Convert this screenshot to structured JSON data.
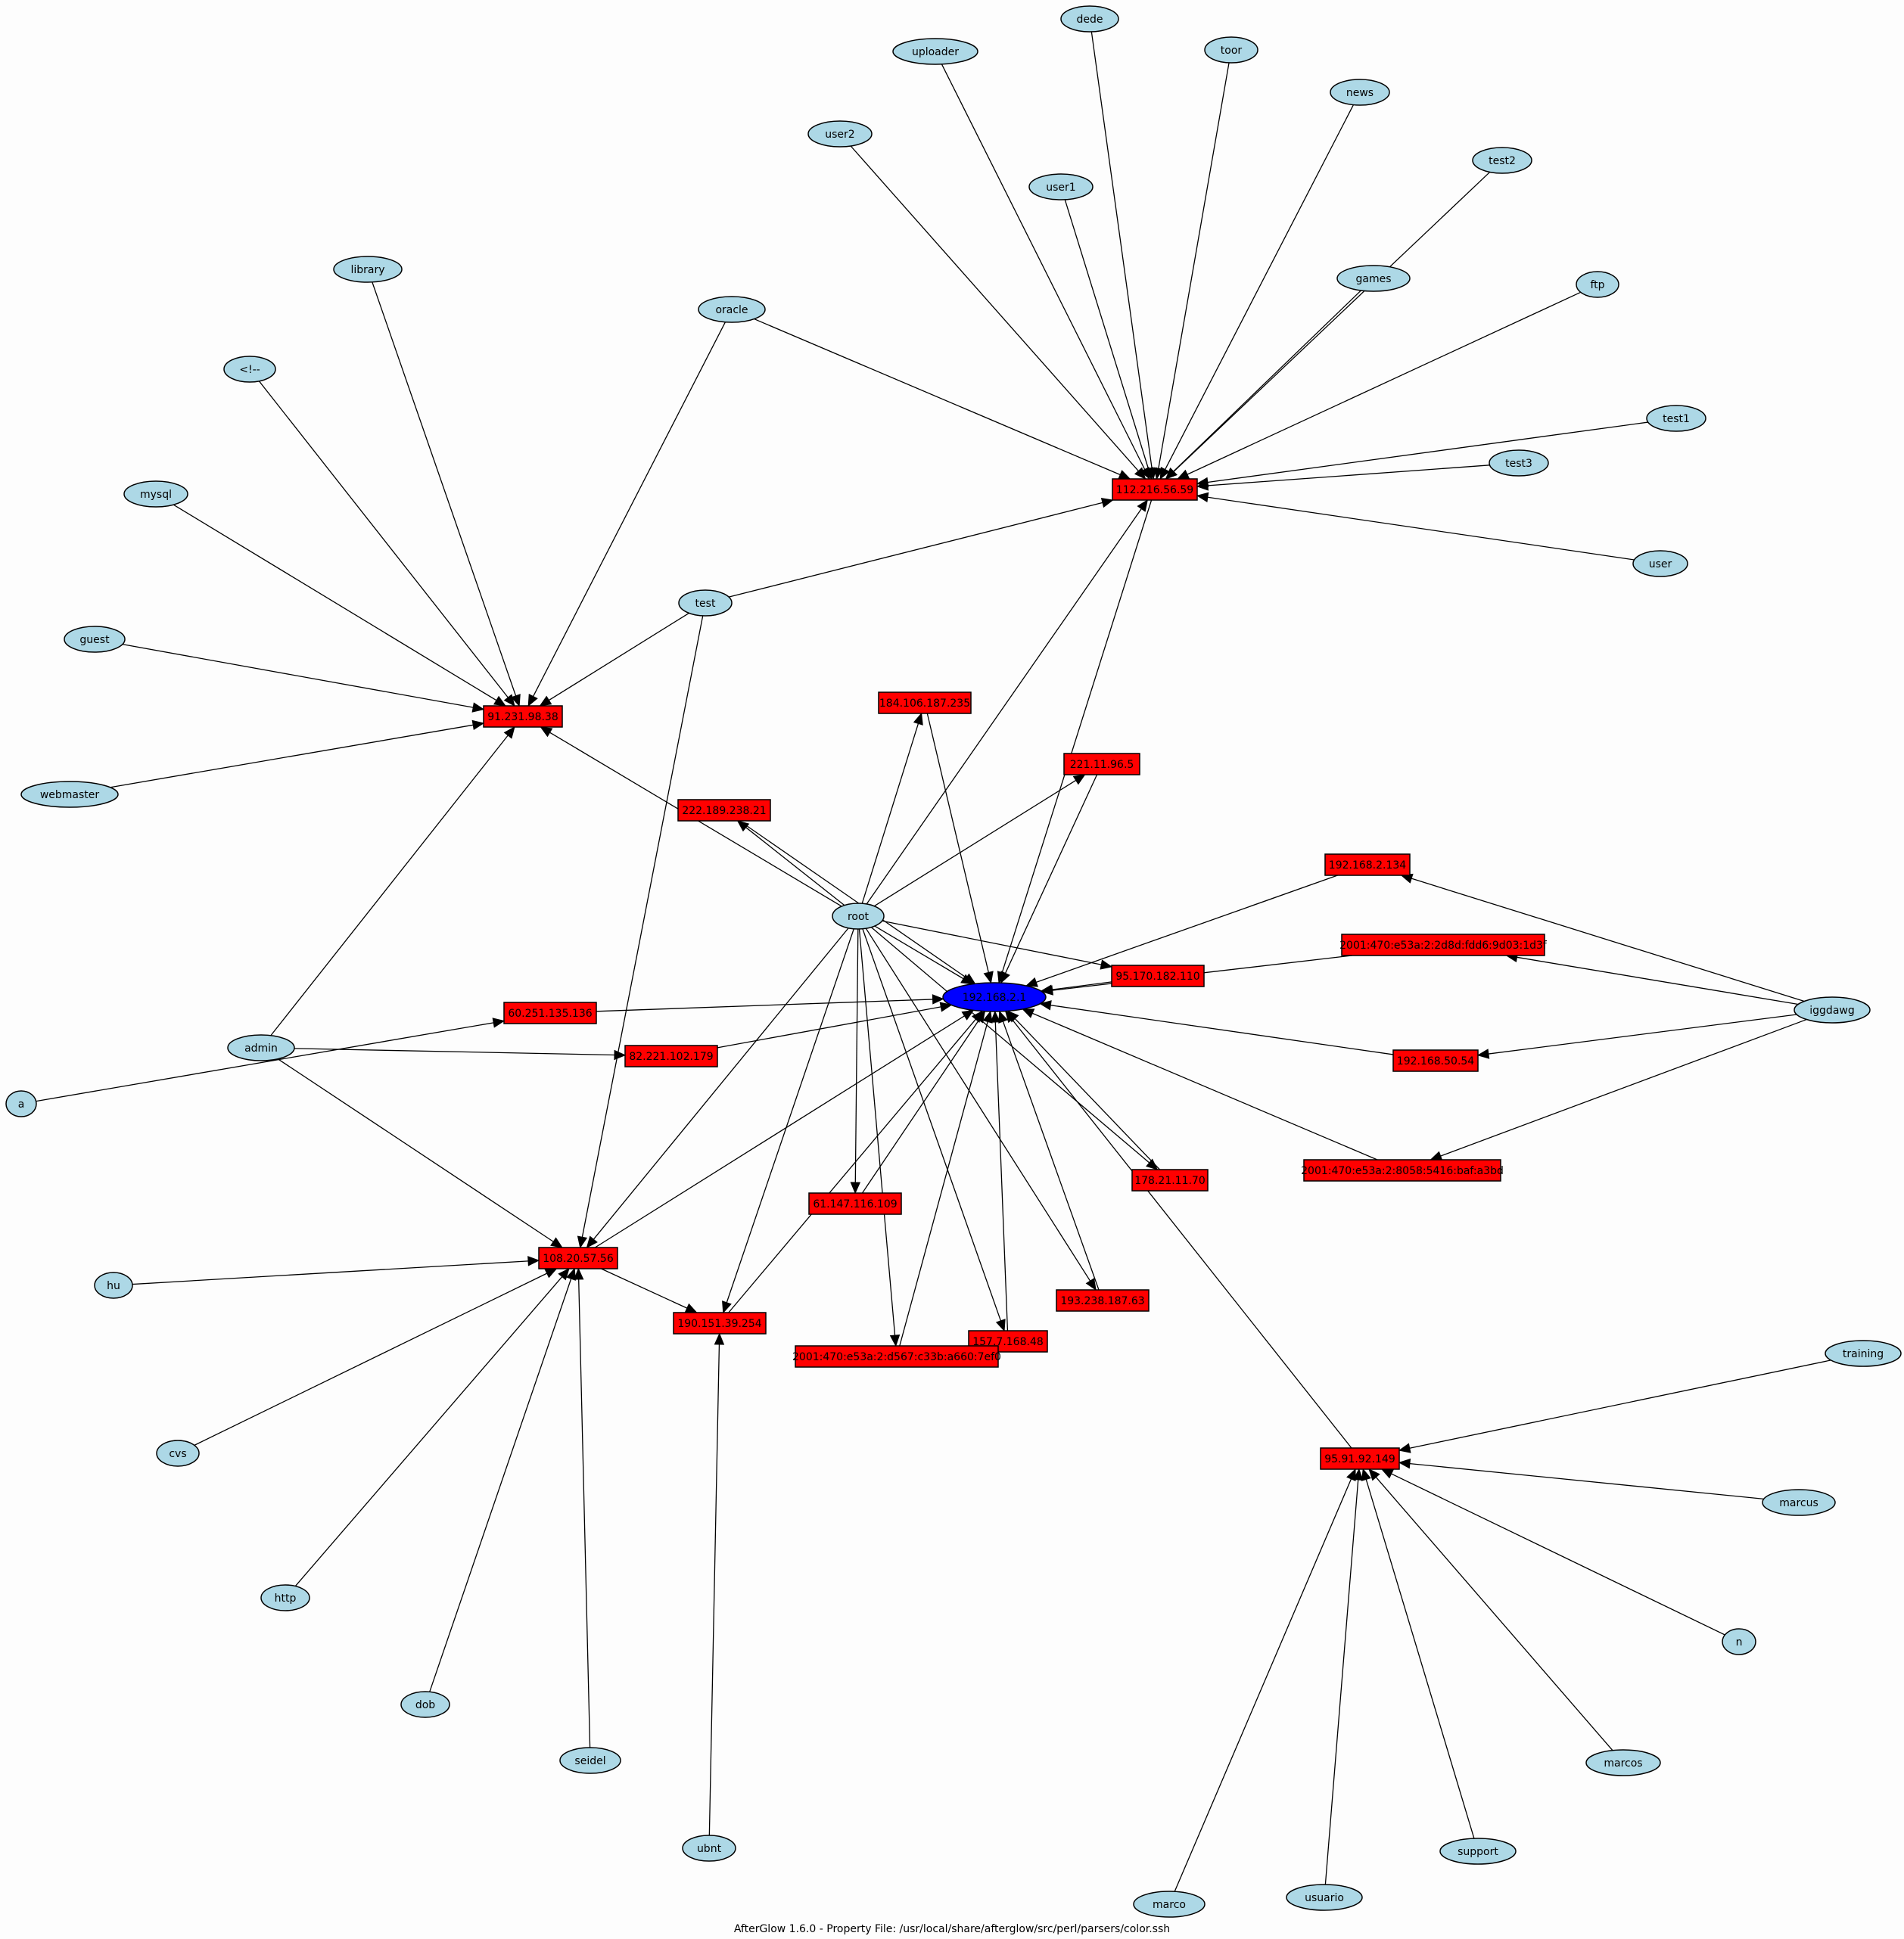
{
  "footer": "AfterGlow 1.6.0 - Property File: /usr/local/share/afterglow/src/perl/parsers/color.ssh",
  "colors": {
    "user_node": "#add8e6",
    "ip_node": "#ff0000",
    "target_node": "#0000ff",
    "edge": "#000000"
  },
  "nodes": [
    {
      "id": "dede",
      "label": "dede",
      "kind": "user"
    },
    {
      "id": "uploader",
      "label": "uploader",
      "kind": "user"
    },
    {
      "id": "toor",
      "label": "toor",
      "kind": "user"
    },
    {
      "id": "news",
      "label": "news",
      "kind": "user"
    },
    {
      "id": "user2",
      "label": "user2",
      "kind": "user"
    },
    {
      "id": "test2",
      "label": "test2",
      "kind": "user"
    },
    {
      "id": "user1",
      "label": "user1",
      "kind": "user"
    },
    {
      "id": "library",
      "label": "library",
      "kind": "user"
    },
    {
      "id": "games",
      "label": "games",
      "kind": "user"
    },
    {
      "id": "oracle",
      "label": "oracle",
      "kind": "user"
    },
    {
      "id": "ftp",
      "label": "ftp",
      "kind": "user"
    },
    {
      "id": "lt",
      "label": "<!--",
      "kind": "user"
    },
    {
      "id": "test1",
      "label": "test1",
      "kind": "user"
    },
    {
      "id": "test3",
      "label": "test3",
      "kind": "user"
    },
    {
      "id": "mysql",
      "label": "mysql",
      "kind": "user"
    },
    {
      "id": "user",
      "label": "user",
      "kind": "user"
    },
    {
      "id": "test",
      "label": "test",
      "kind": "user"
    },
    {
      "id": "guest",
      "label": "guest",
      "kind": "user"
    },
    {
      "id": "webmaster",
      "label": "webmaster",
      "kind": "user"
    },
    {
      "id": "root",
      "label": "root",
      "kind": "user"
    },
    {
      "id": "admin",
      "label": "admin",
      "kind": "user"
    },
    {
      "id": "iggdawg",
      "label": "iggdawg",
      "kind": "user"
    },
    {
      "id": "a",
      "label": "a",
      "kind": "user"
    },
    {
      "id": "hu",
      "label": "hu",
      "kind": "user"
    },
    {
      "id": "cvs",
      "label": "cvs",
      "kind": "user"
    },
    {
      "id": "training",
      "label": "training",
      "kind": "user"
    },
    {
      "id": "marcus",
      "label": "marcus",
      "kind": "user"
    },
    {
      "id": "http",
      "label": "http",
      "kind": "user"
    },
    {
      "id": "n",
      "label": "n",
      "kind": "user"
    },
    {
      "id": "dob",
      "label": "dob",
      "kind": "user"
    },
    {
      "id": "seidel",
      "label": "seidel",
      "kind": "user"
    },
    {
      "id": "marcos",
      "label": "marcos",
      "kind": "user"
    },
    {
      "id": "ubnt",
      "label": "ubnt",
      "kind": "user"
    },
    {
      "id": "support",
      "label": "support",
      "kind": "user"
    },
    {
      "id": "usuario",
      "label": "usuario",
      "kind": "user"
    },
    {
      "id": "marco",
      "label": "marco",
      "kind": "user"
    },
    {
      "id": "ip112",
      "label": "112.216.56.59",
      "kind": "ip"
    },
    {
      "id": "ip91",
      "label": "91.231.98.38",
      "kind": "ip"
    },
    {
      "id": "ip184",
      "label": "184.106.187.235",
      "kind": "ip"
    },
    {
      "id": "ip221",
      "label": "221.11.96.5",
      "kind": "ip"
    },
    {
      "id": "ip222",
      "label": "222.189.238.21",
      "kind": "ip"
    },
    {
      "id": "ip192_134",
      "label": "192.168.2.134",
      "kind": "ip"
    },
    {
      "id": "ipv6_1",
      "label": "2001:470:e53a:2:2d8d:fdd6:9d03:1d3f",
      "kind": "ip"
    },
    {
      "id": "ip95_170",
      "label": "95.170.182.110",
      "kind": "ip"
    },
    {
      "id": "ip60",
      "label": "60.251.135.136",
      "kind": "ip"
    },
    {
      "id": "target",
      "label": "192.168.2.1",
      "kind": "target"
    },
    {
      "id": "ip82",
      "label": "82.221.102.179",
      "kind": "ip"
    },
    {
      "id": "ip192_50",
      "label": "192.168.50.54",
      "kind": "ip"
    },
    {
      "id": "ipv6_2",
      "label": "2001:470:e53a:2:8058:5416:baf:a3bd",
      "kind": "ip"
    },
    {
      "id": "ip178",
      "label": "178.21.11.70",
      "kind": "ip"
    },
    {
      "id": "ip61",
      "label": "61.147.116.109",
      "kind": "ip"
    },
    {
      "id": "ip108",
      "label": "108.20.57.56",
      "kind": "ip"
    },
    {
      "id": "ip193",
      "label": "193.238.187.63",
      "kind": "ip"
    },
    {
      "id": "ip190",
      "label": "190.151.39.254",
      "kind": "ip"
    },
    {
      "id": "ip157",
      "label": "157.7.168.48",
      "kind": "ip"
    },
    {
      "id": "ipv6_3",
      "label": "2001:470:e53a:2:d567:c33b:a660:7ef0",
      "kind": "ip"
    },
    {
      "id": "ip95_91",
      "label": "95.91.92.149",
      "kind": "ip"
    }
  ],
  "edges": [
    [
      "dede",
      "ip112"
    ],
    [
      "uploader",
      "ip112"
    ],
    [
      "toor",
      "ip112"
    ],
    [
      "news",
      "ip112"
    ],
    [
      "user2",
      "ip112"
    ],
    [
      "test2",
      "ip112"
    ],
    [
      "user1",
      "ip112"
    ],
    [
      "games",
      "ip112"
    ],
    [
      "oracle",
      "ip112"
    ],
    [
      "ftp",
      "ip112"
    ],
    [
      "test1",
      "ip112"
    ],
    [
      "test3",
      "ip112"
    ],
    [
      "user",
      "ip112"
    ],
    [
      "test",
      "ip112"
    ],
    [
      "root",
      "ip112"
    ],
    [
      "library",
      "ip91"
    ],
    [
      "lt",
      "ip91"
    ],
    [
      "oracle",
      "ip91"
    ],
    [
      "mysql",
      "ip91"
    ],
    [
      "test",
      "ip91"
    ],
    [
      "guest",
      "ip91"
    ],
    [
      "webmaster",
      "ip91"
    ],
    [
      "root",
      "ip91"
    ],
    [
      "admin",
      "ip91"
    ],
    [
      "root",
      "ip184"
    ],
    [
      "root",
      "ip221"
    ],
    [
      "root",
      "ip222"
    ],
    [
      "root",
      "ip95_170"
    ],
    [
      "root",
      "target"
    ],
    [
      "root",
      "ip61"
    ],
    [
      "root",
      "ip108"
    ],
    [
      "root",
      "ip190"
    ],
    [
      "root",
      "ipv6_3"
    ],
    [
      "root",
      "ip157"
    ],
    [
      "root",
      "ip193"
    ],
    [
      "root",
      "ip178"
    ],
    [
      "iggdawg",
      "ip192_134"
    ],
    [
      "iggdawg",
      "ipv6_1"
    ],
    [
      "iggdawg",
      "ip192_50"
    ],
    [
      "iggdawg",
      "ipv6_2"
    ],
    [
      "a",
      "ip60"
    ],
    [
      "admin",
      "ip82"
    ],
    [
      "admin",
      "ip108"
    ],
    [
      "test",
      "ip108"
    ],
    [
      "hu",
      "ip108"
    ],
    [
      "cvs",
      "ip108"
    ],
    [
      "http",
      "ip108"
    ],
    [
      "dob",
      "ip108"
    ],
    [
      "seidel",
      "ip108"
    ],
    [
      "ip108",
      "ip190"
    ],
    [
      "ubnt",
      "ip190"
    ],
    [
      "training",
      "ip95_91"
    ],
    [
      "marcus",
      "ip95_91"
    ],
    [
      "n",
      "ip95_91"
    ],
    [
      "marcos",
      "ip95_91"
    ],
    [
      "support",
      "ip95_91"
    ],
    [
      "usuario",
      "ip95_91"
    ],
    [
      "marco",
      "ip95_91"
    ],
    [
      "ip112",
      "target"
    ],
    [
      "ip184",
      "target"
    ],
    [
      "ip221",
      "target"
    ],
    [
      "ip222",
      "target"
    ],
    [
      "ip192_134",
      "target"
    ],
    [
      "ipv6_1",
      "target"
    ],
    [
      "ip95_170",
      "target"
    ],
    [
      "ip60",
      "target"
    ],
    [
      "ip82",
      "target"
    ],
    [
      "ip192_50",
      "target"
    ],
    [
      "ipv6_2",
      "target"
    ],
    [
      "ip178",
      "target"
    ],
    [
      "ip61",
      "target"
    ],
    [
      "ip108",
      "target"
    ],
    [
      "ip193",
      "target"
    ],
    [
      "ip190",
      "target"
    ],
    [
      "ip157",
      "target"
    ],
    [
      "ipv6_3",
      "target"
    ],
    [
      "ip95_91",
      "target"
    ]
  ]
}
